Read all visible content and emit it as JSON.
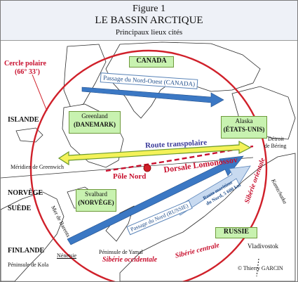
{
  "header": {
    "figure": "Figure 1",
    "title": "LE BASSIN ARCTIQUE",
    "subtitle": "Principaux lieux cités"
  },
  "labels": {
    "cercle_polaire": "Cercle polaire",
    "cercle_polaire_deg": "(66° 33')",
    "canada": "CANADA",
    "passage_no": "Passage du Nord-Ouest (CANADA)",
    "islande": "ISLANDE",
    "greenland": "Greenland",
    "danemark": "(DANEMARK)",
    "alaska": "Alaska",
    "etats_unis": "(ÉTATS-UNIS)",
    "detroit1": "Détroit",
    "detroit2": "de Béring",
    "route_transpolaire": "Route transpolaire",
    "meridien": "Méridien de Greenwich",
    "pole_nord": "Pôle Nord",
    "dorsale": "Dorsale Lomonossov",
    "norvege": "NORVÈGE",
    "suede": "SUÈDE",
    "mer_barents": "Mer de Barents",
    "svalbard": "Svalbard",
    "svalbard_country": "(NORVÈGE)",
    "passage_nord": "Passage du Nord (RUSSIE)",
    "route_maritime1": "Route maritime",
    "route_maritime2": "du Nord, 5 600 km",
    "siberie_orientale": "Sibérie orientale",
    "kamtchatka": "Kamtchatka",
    "russie": "RUSSIE",
    "siberie_centrale": "Sibérie centrale",
    "siberie_occidentale": "Sibérie occidentale",
    "finlande": "FINLANDE",
    "nenetsie": "Nénetsie",
    "yamal": "Péninsule de Yamal",
    "kola": "Péninsule de Kola",
    "vladivostok": "Vladivostok",
    "copyright": "© Thierry GARCIN"
  },
  "colors": {
    "circle": "#d0202a",
    "land": "#ffffff",
    "coast": "#2b2b2b",
    "arrow_blue": "#3b78c4",
    "green_box": "#c8f2b0",
    "yellow": "#f4f259",
    "header_bg": "#eef1f7"
  }
}
